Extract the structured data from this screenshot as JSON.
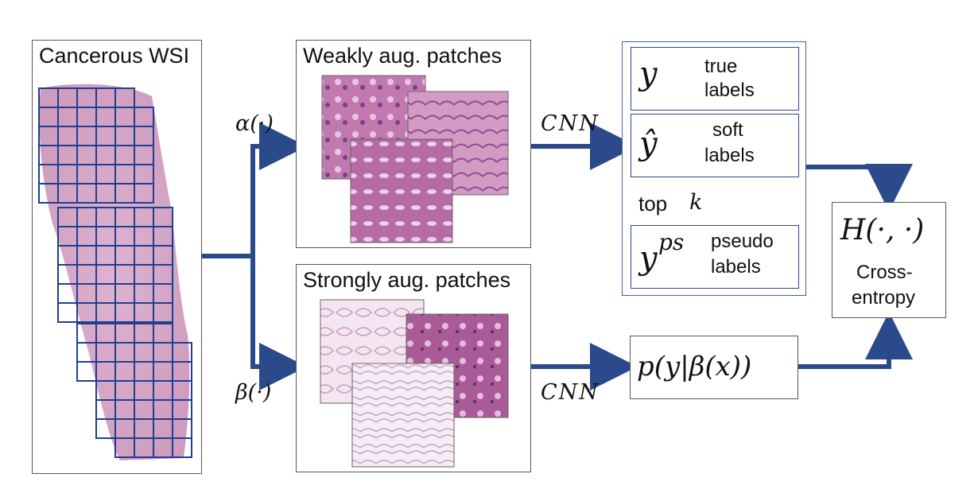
{
  "wsi": {
    "title": "Cancerous WSI"
  },
  "weak": {
    "title": "Weakly aug. patches"
  },
  "strong": {
    "title": "Strongly aug. patches"
  },
  "branch": {
    "alpha": "α(·)",
    "beta": "β(·)"
  },
  "cnn": {
    "top": "CNN",
    "bottom": "CNN"
  },
  "labels": {
    "true": {
      "symbol": "y",
      "line1": "true",
      "line2": "labels"
    },
    "soft": {
      "symbol": "ŷ",
      "line1": "soft",
      "line2": "labels"
    },
    "topk": {
      "text": "top",
      "k": "k"
    },
    "pseudo": {
      "symbol": "y",
      "sup": "ps",
      "line1": "pseudo",
      "line2": "labels"
    }
  },
  "prob": {
    "text": "p(y|β(x))"
  },
  "loss": {
    "symbol": "H(·, ·)",
    "line1": "Cross-",
    "line2": "entropy"
  },
  "colors": {
    "arrow": "#2b4a8c",
    "grid": "#1f3f8f",
    "tissue": "#c98bb5"
  }
}
